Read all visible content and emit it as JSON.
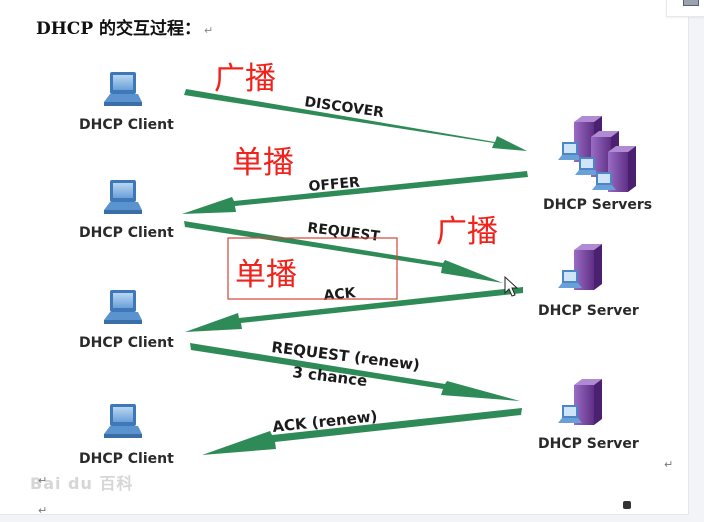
{
  "document": {
    "heading": "DHCP 的交互过程：",
    "paragraph_mark": "↵"
  },
  "diagram": {
    "nodes": [
      {
        "id": "client-1",
        "label": "DHCP Client",
        "type": "client"
      },
      {
        "id": "client-2",
        "label": "DHCP Client",
        "type": "client"
      },
      {
        "id": "client-3",
        "label": "DHCP Client",
        "type": "client"
      },
      {
        "id": "client-4",
        "label": "DHCP Client",
        "type": "client"
      },
      {
        "id": "servers",
        "label": "DHCP Servers",
        "type": "server-group"
      },
      {
        "id": "server-1",
        "label": "DHCP Server",
        "type": "server"
      },
      {
        "id": "server-2",
        "label": "DHCP Server",
        "type": "server"
      }
    ],
    "messages": [
      {
        "label": "DISCOVER",
        "from": "client-1",
        "to": "servers"
      },
      {
        "label": "OFFER",
        "from": "servers",
        "to": "client-2"
      },
      {
        "label": "REQUEST",
        "from": "client-2",
        "to": "server-1"
      },
      {
        "label": "ACK",
        "from": "server-1",
        "to": "client-3"
      },
      {
        "label": "REQUEST (renew)",
        "sublabel": "3 chance",
        "from": "client-3",
        "to": "server-2"
      },
      {
        "label": "ACK (renew)",
        "from": "server-2",
        "to": "client-4"
      }
    ],
    "annotations": [
      {
        "text": "广播",
        "note": "broadcast (DISCOVER)"
      },
      {
        "text": "单播",
        "note": "unicast (OFFER)"
      },
      {
        "text": "广播",
        "note": "broadcast (REQUEST)"
      },
      {
        "text": "单播",
        "note": "unicast (ACK), boxed"
      }
    ],
    "colors": {
      "arrow": "#2e8b57",
      "annotation": "#f0221b",
      "highlight_box": "#d9433a",
      "monitor": "#4a86c8",
      "server": "#7b4a9e"
    }
  },
  "watermark": "Bai du 百科"
}
